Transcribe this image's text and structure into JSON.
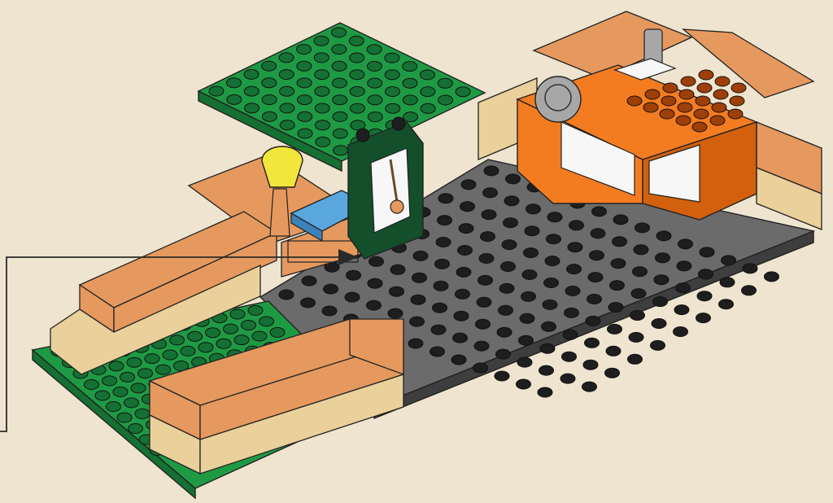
{
  "scene": {
    "kind": "building-instruction-illustration",
    "background": "#efe4cf",
    "callout_line_color": "#2a2a2a"
  },
  "palette": {
    "green": "#1f9a44",
    "green_dark": "#157033",
    "gray": "#6b6b6b",
    "gray_dark": "#3e3e3e",
    "stud_black": "#1e1e1e",
    "tan_orange": "#e5995f",
    "tan_orange_dark": "#c97c43",
    "tan": "#ead09a",
    "tan_dark": "#cfae71",
    "orange": "#f47c20",
    "orange_dark": "#d2600c",
    "white": "#f7f7f7",
    "blue": "#5aa7df",
    "dark_green": "#134f2b",
    "yellow": "#f3e63a",
    "light_gray": "#a7a7a7"
  },
  "parts": [
    {
      "name": "green-baseplate-back",
      "color": "green"
    },
    {
      "name": "gray-floor-plate",
      "color": "gray"
    },
    {
      "name": "green-baseplate-front",
      "color": "green"
    },
    {
      "name": "orange-stove-cabinet",
      "color": "orange"
    },
    {
      "name": "grandfather-clock",
      "color": "dark_green"
    },
    {
      "name": "blue-tile",
      "color": "blue"
    },
    {
      "name": "yellow-lamp",
      "color": "yellow"
    },
    {
      "name": "brick-walls",
      "color": "tan_orange"
    }
  ],
  "callout": {
    "name": "placement-arrow"
  }
}
